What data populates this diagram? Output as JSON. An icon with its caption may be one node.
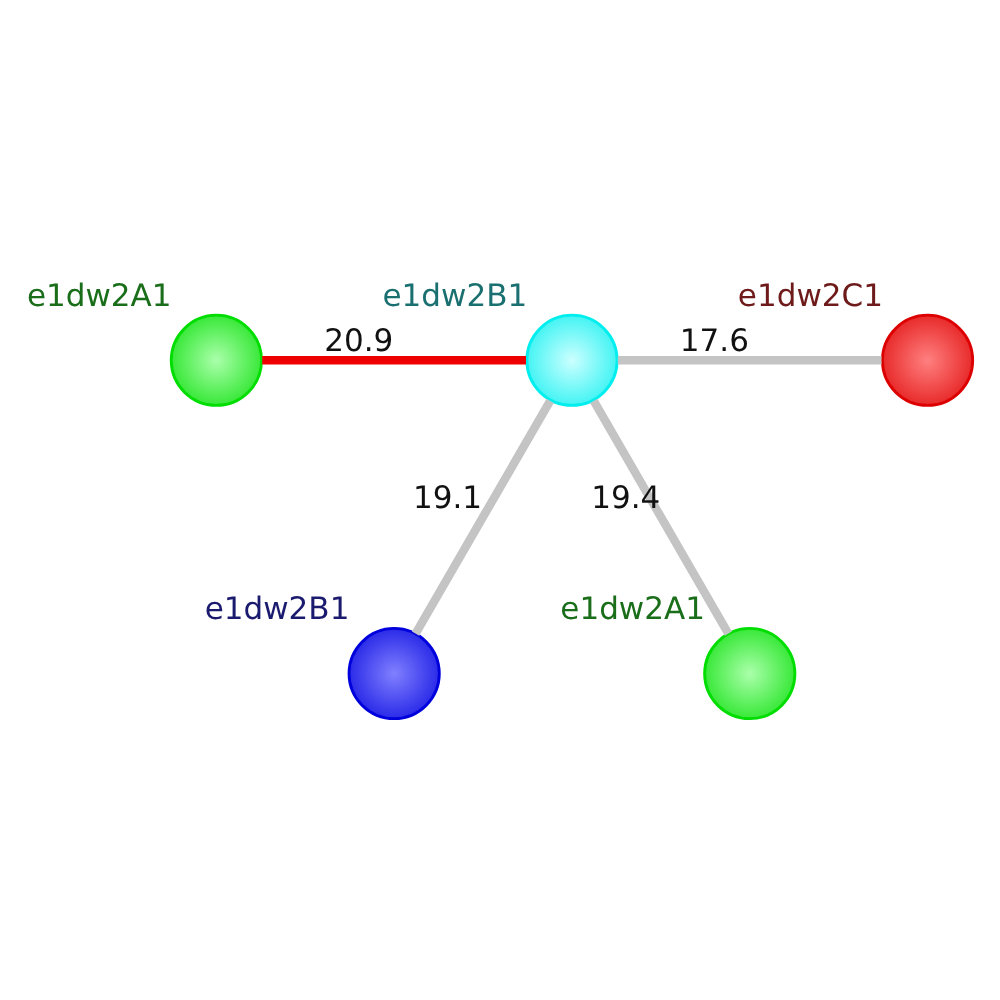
{
  "diagram": {
    "nodes": [
      {
        "text": [],
        "shape": "circle",
        "beside": [
          "e1dw2A1"
        ]
      },
      {
        "text": [],
        "shape": "circle",
        "beside": [
          "e1dw2C1"
        ]
      },
      {
        "text": [],
        "shape": "circle",
        "beside": [
          "e1dw2B1"
        ]
      },
      {
        "text": [],
        "shape": "circle",
        "beside": [
          "e1dw2B1"
        ]
      },
      {
        "text": [],
        "shape": "circle",
        "beside": [
          "e1dw2A1"
        ]
      }
    ],
    "edges": [
      {
        "from": 2,
        "to": 0,
        "arrow": "none",
        "label": "20.9",
        "color": "#ee0000"
      },
      {
        "from": 2,
        "to": 1,
        "arrow": "none",
        "label": "17.6"
      },
      {
        "from": 2,
        "to": 3,
        "arrow": "none",
        "label": "19.1"
      },
      {
        "from": 2,
        "to": 4,
        "arrow": "none",
        "label": "19.4"
      }
    ]
  }
}
